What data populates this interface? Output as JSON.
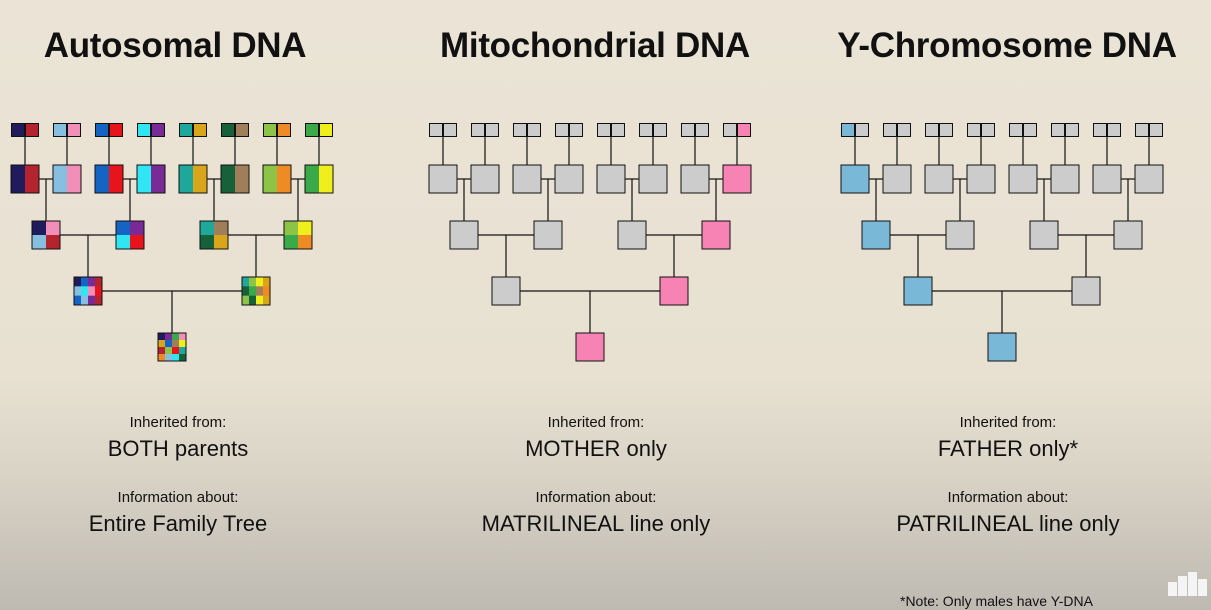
{
  "columns": [
    {
      "title": "Autosomal DNA",
      "inherited_label": "Inherited from:",
      "inherited_value": "BOTH parents",
      "info_label": "Information about:",
      "info_value": "Entire Family Tree"
    },
    {
      "title": "Mitochondrial DNA",
      "inherited_label": "Inherited from:",
      "inherited_value": "MOTHER only",
      "info_label": "Information about:",
      "info_value": "MATRILINEAL line only"
    },
    {
      "title": "Y-Chromosome DNA",
      "inherited_label": "Inherited from:",
      "inherited_value": "FATHER only*",
      "info_label": "Information about:",
      "info_value": "PATRILINEAL line only"
    }
  ],
  "note": "*Note: Only males have Y-DNA",
  "colors": {
    "gray": "#cccccc",
    "pink": "#f783b5",
    "blue": "#7ab8d8",
    "ancestors": [
      "#1f1b5c",
      "#b3242f",
      "#86bfdf",
      "#f28fb8",
      "#1563c2",
      "#e8141c",
      "#2fe6f2",
      "#7a2a96",
      "#1ea79b",
      "#d9a51b",
      "#17613a",
      "#a07e5a",
      "#8dc447",
      "#ee8b25",
      "#39aa47",
      "#f0ee1c"
    ]
  }
}
